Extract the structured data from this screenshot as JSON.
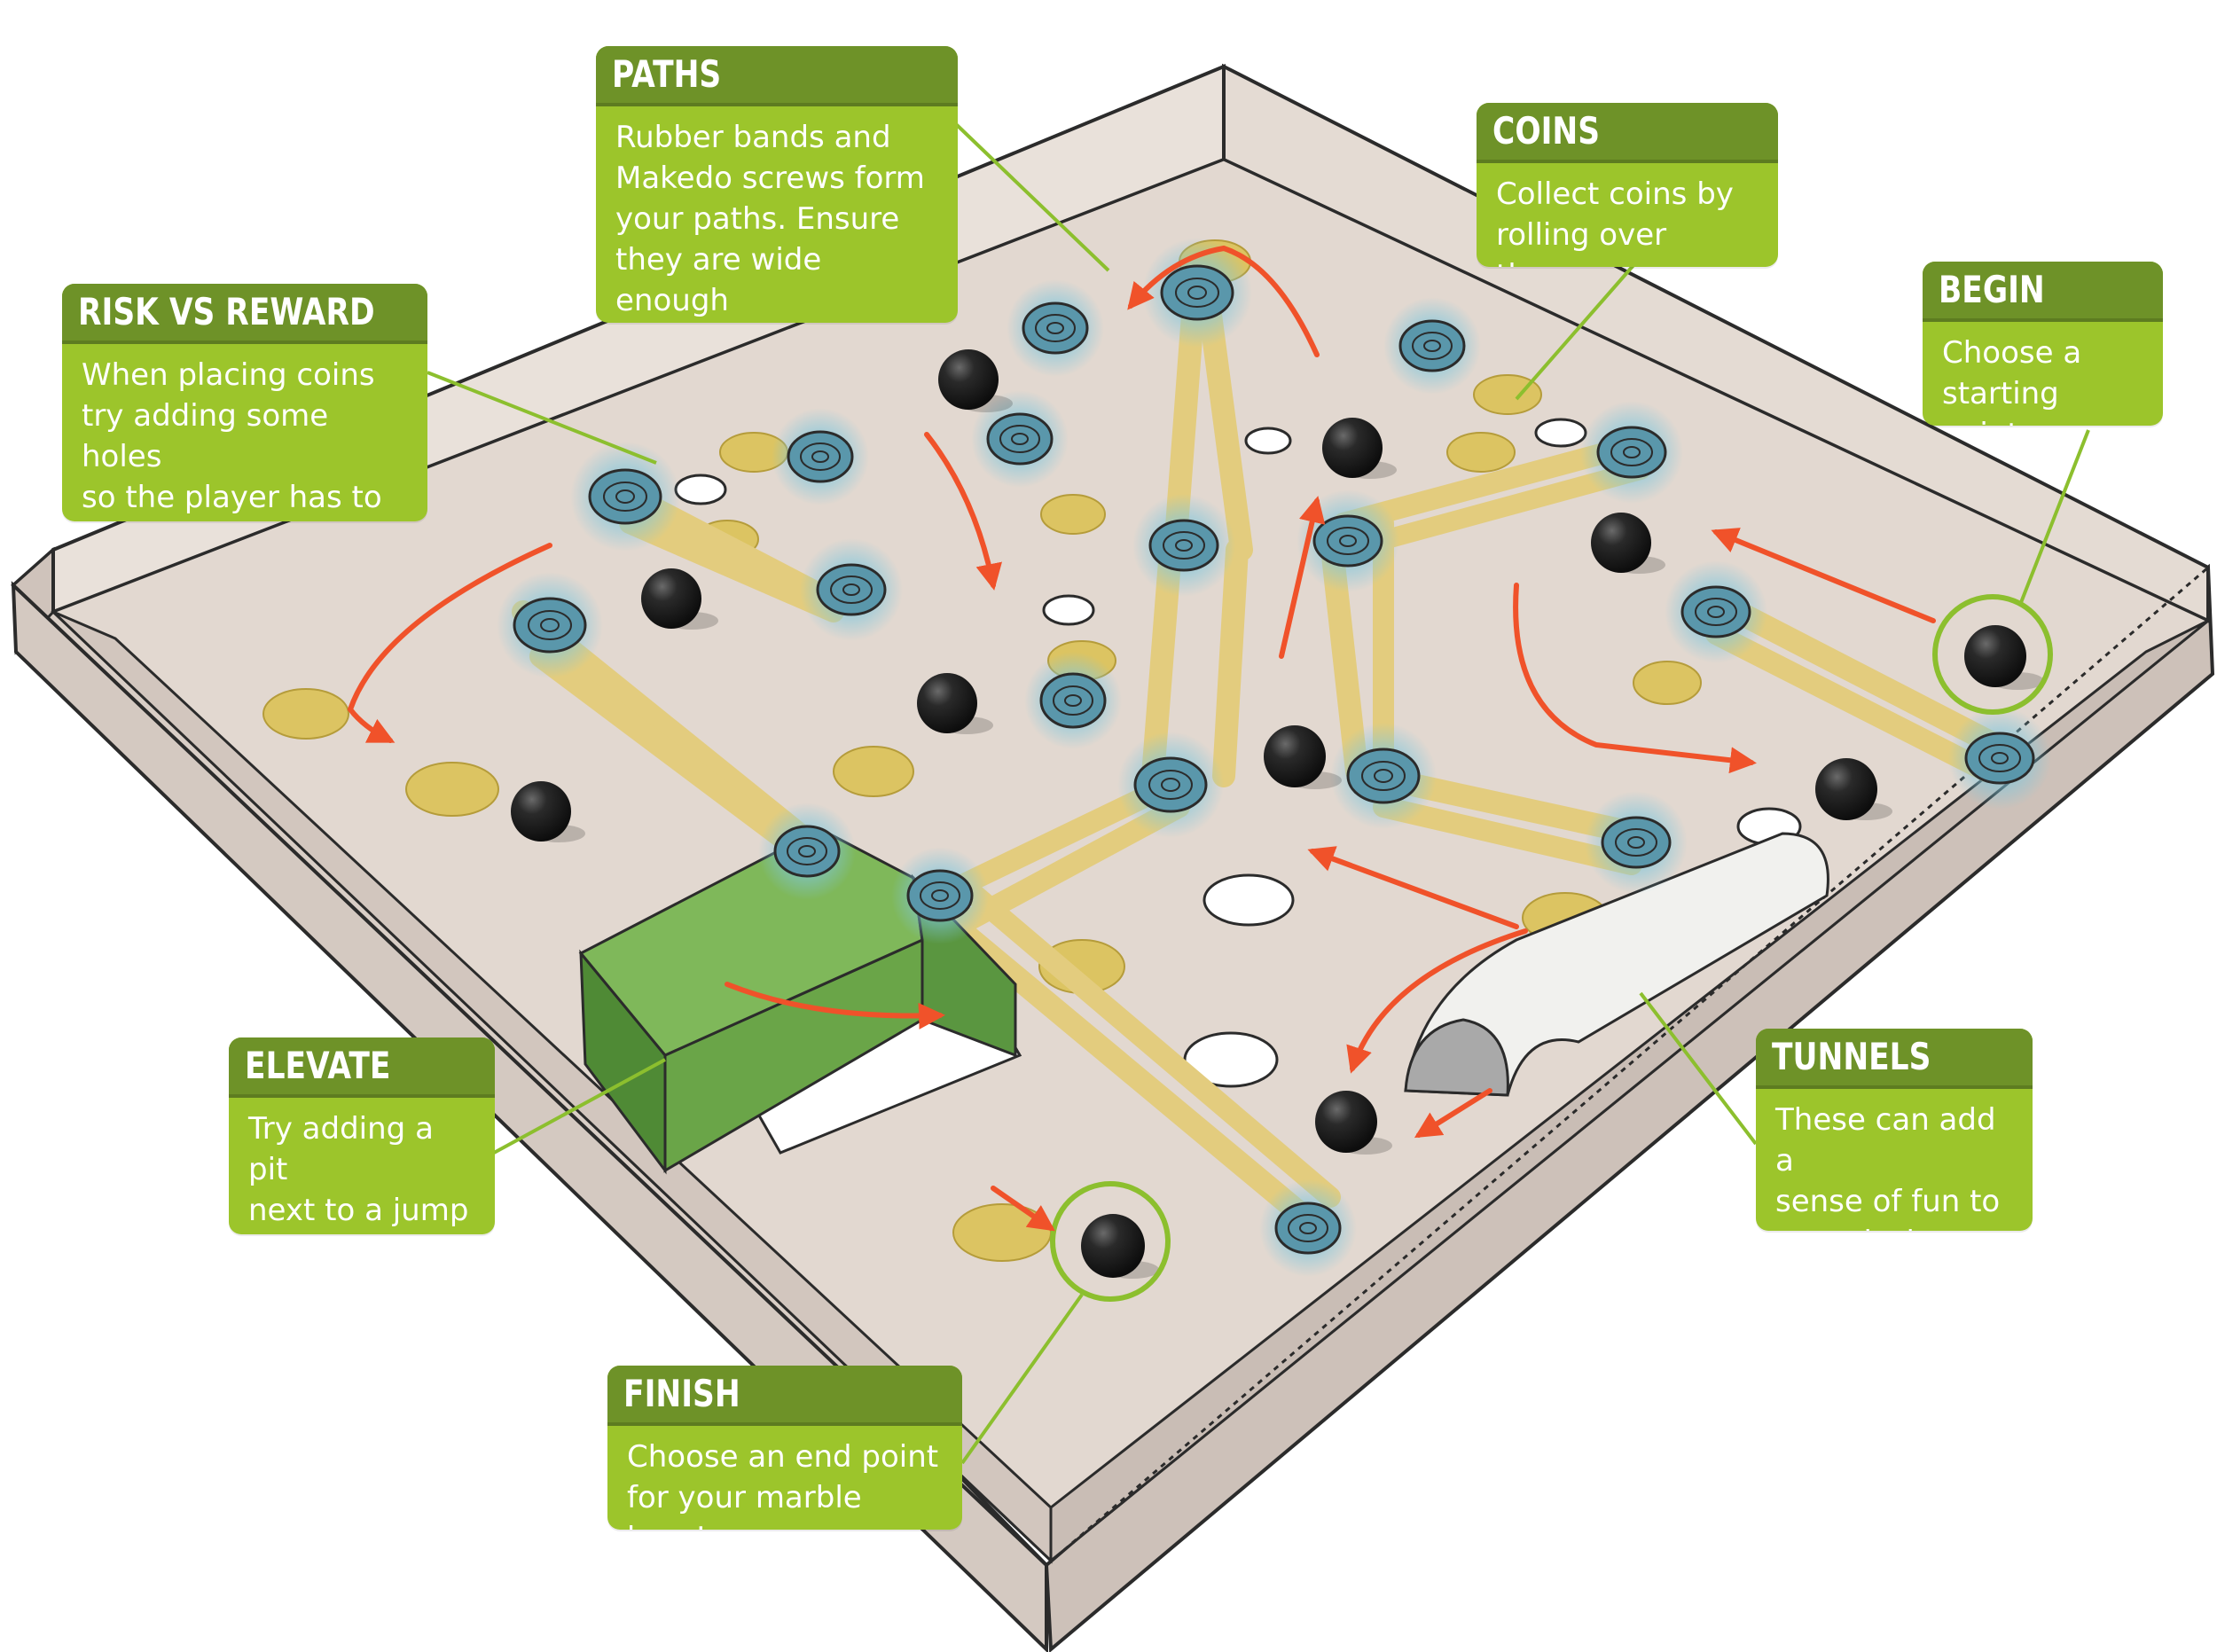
{
  "callouts": {
    "paths": {
      "title": "PATHS",
      "text": "Rubber bands and\nMakedo screws form\nyour paths. Ensure\nthey are wide enough\nfor your marble."
    },
    "coins": {
      "title": "COINS",
      "text": "Collect coins by\nrolling over them."
    },
    "risk": {
      "title": "RISK VS REWARD",
      "text": "When placing coins\ntry adding some holes\nso the player has to\nearn the reward."
    },
    "begin": {
      "title": "BEGIN",
      "text": "Choose a\nstarting point."
    },
    "elevate": {
      "title": "ELEVATE",
      "text": "Try adding a pit\nnext to a jump\nfor more peril."
    },
    "tunnels": {
      "title": "TUNNELS",
      "text": "These can add a\nsense of fun to\nyour design."
    },
    "finish": {
      "title": "FINISH",
      "text": "Choose an end point\nfor your marble hero!"
    }
  },
  "colors": {
    "callout_body": "#9cc52b",
    "callout_header": "#6e9228",
    "leader_line": "#8cbf2e",
    "board": "#e2d8d0",
    "board_wall": "#d6cbc3",
    "rubber_band": "#e3cc7e",
    "screw": "#5a97ab",
    "coin": "#dcc462",
    "marble": "#1f1f1f",
    "arrow": "#f0522a",
    "ramp": "#5f9a3c",
    "tunnel": "#f1f1ee"
  },
  "icons": [
    "marble",
    "coin",
    "screw",
    "hole",
    "arrow",
    "tunnel",
    "ramp"
  ]
}
